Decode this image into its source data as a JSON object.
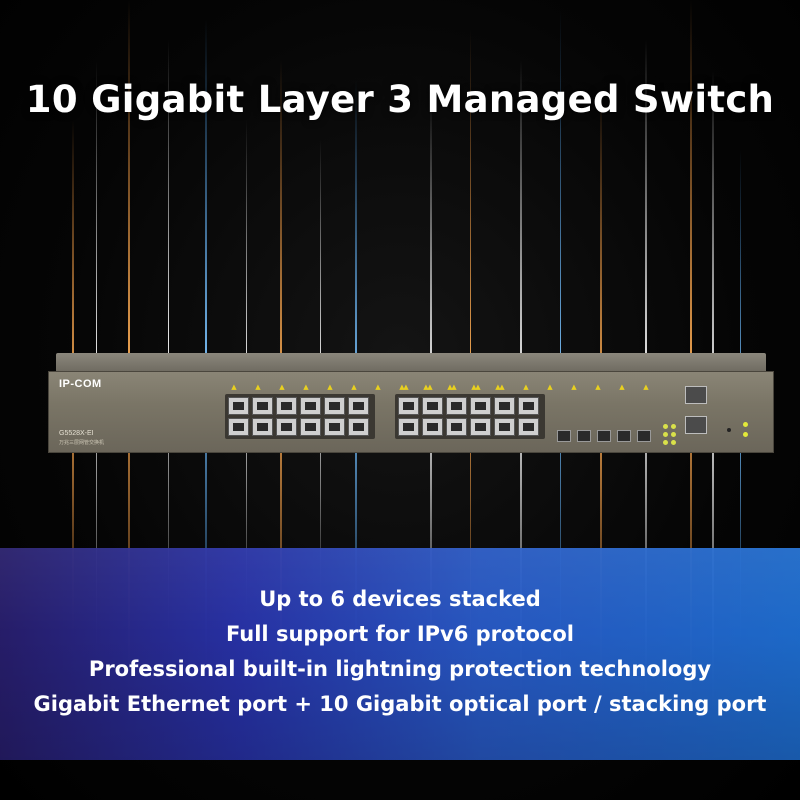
{
  "title": "10 Gigabit Layer 3 Managed Switch",
  "device": {
    "brand": "IP-COM",
    "model": "G5528X-EI",
    "model_sub": "万兆三层网管交换机"
  },
  "features": [
    "Up to 6 devices stacked",
    "Full support for IPv6 protocol",
    "Professional built-in lightning protection technology",
    "Gigabit Ethernet port + 10 Gigabit optical port / stacking port"
  ],
  "colors": {
    "background": "#000000",
    "title_text": "#ffffff",
    "panel_start": "#281e6e",
    "panel_end": "#1e6ed2",
    "chassis": "#7a7566",
    "led": "#e3ea3a"
  }
}
